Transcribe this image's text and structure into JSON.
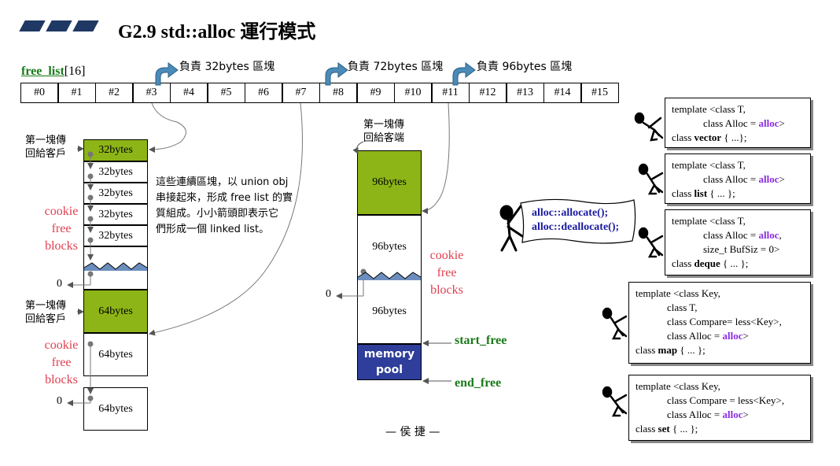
{
  "title": "G2.9 std::alloc 運行模式",
  "free_list": {
    "name": "free_list",
    "size": "[16]",
    "indices": [
      "#0",
      "#1",
      "#2",
      "#3",
      "#4",
      "#5",
      "#6",
      "#7",
      "#8",
      "#9",
      "#10",
      "#11",
      "#12",
      "#13",
      "#14",
      "#15"
    ]
  },
  "responsibility": {
    "r32": "負責 32bytes 區塊",
    "r72": "負責 72bytes 區塊",
    "r96": "負責 96bytes 區塊"
  },
  "left_chain": {
    "first_block_label": "第一塊傳\n回給客戶",
    "blocks32": [
      "32bytes",
      "32bytes",
      "32bytes",
      "32bytes",
      "32bytes"
    ],
    "cookie_free": "cookie\nfree\nblocks",
    "zero": "0",
    "first_block_label_2": "第一塊傳\n回給客戶",
    "blocks64": [
      "64bytes",
      "64bytes",
      "64bytes"
    ],
    "cookie_free_2": "cookie\nfree\nblocks",
    "zero_2": "0",
    "note": "這些連續區塊，以 union obj\n串接起來，形成 free list 的實\n質組成。小小箭頭即表示它\n們形成一個 linked list。"
  },
  "middle_chain": {
    "first_block_label": "第一塊傳\n回給客端",
    "blocks96": [
      "96bytes",
      "96bytes",
      "96bytes"
    ],
    "cookie_free": "cookie\nfree\nblocks",
    "zero": "0",
    "pool": "memory\npool",
    "start_free": "start_free",
    "end_free": "end_free"
  },
  "alloc_calls": {
    "allocate": "alloc::allocate();",
    "deallocate": "alloc::deallocate();"
  },
  "templates": {
    "vector": {
      "l1": "template <class T,",
      "l2a": "class Alloc = ",
      "l2b": "alloc",
      "l2c": ">",
      "l3a": "class ",
      "l3b": "vector",
      "l3c": " { ...};"
    },
    "list": {
      "l1": "template <class T,",
      "l2a": "class Alloc = ",
      "l2b": "alloc",
      "l2c": ">",
      "l3a": "class ",
      "l3b": "list",
      "l3c": " { ... };"
    },
    "deque": {
      "l1": "template <class T,",
      "l2a": "class Alloc = ",
      "l2b": "alloc",
      "l2c": ",",
      "l3": "size_t BufSiz = 0>",
      "l4a": "class ",
      "l4b": "deque",
      "l4c": " { ... };"
    },
    "map": {
      "l1": "template <class Key,",
      "l2": "class T,",
      "l3": "class Compare= less<Key>,",
      "l4a": "class Alloc = ",
      "l4b": "alloc",
      "l4c": ">",
      "l5a": "class ",
      "l5b": "map",
      "l5c": " {  ... };"
    },
    "set": {
      "l1": "template <class Key,",
      "l2": "class Compare = less<Key>,",
      "l3a": "class Alloc = ",
      "l3b": "alloc",
      "l3c": ">",
      "l4a": "class ",
      "l4b": "set",
      "l4c": " { ... };"
    }
  },
  "author": "— 侯 捷 —",
  "colors": {
    "green_block": "#8db517",
    "pool": "#2e3e9a",
    "cookie_text": "#e04050",
    "alloc_keyword": "#8a2be2",
    "label_green": "#1a7a1a"
  }
}
